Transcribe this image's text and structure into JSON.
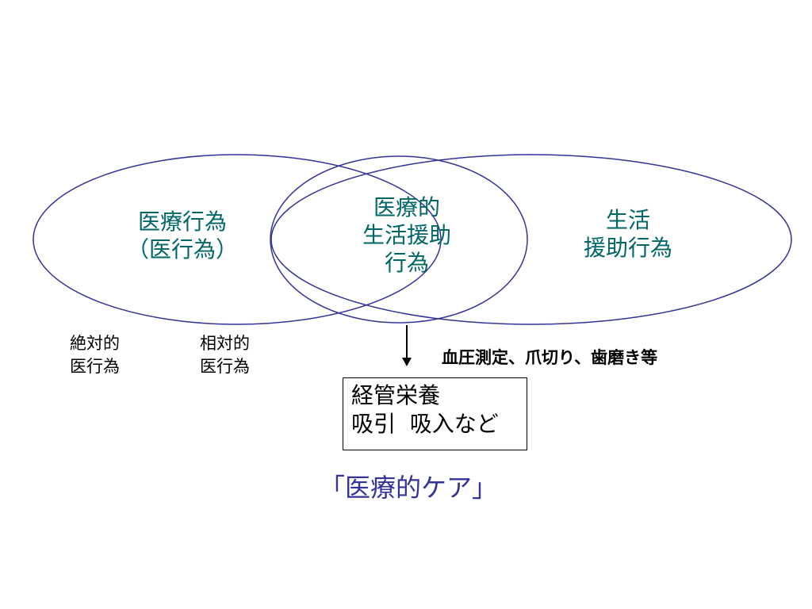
{
  "diagram": {
    "left_circle": {
      "label": "医療行為\n（医行為）"
    },
    "center_circle": {
      "label": "医療的\n生活援助\n行為"
    },
    "right_circle": {
      "label": "生活\n援助行為"
    },
    "absolute_label": "絶対的\n医行為",
    "relative_label": "相対的\n医行為",
    "examples_label": "血圧測定、爪切り、歯磨き等",
    "box_text": "経管栄養\n吸引  吸入など",
    "care_label": "「医療的ケア」",
    "colors": {
      "ellipse_stroke": "#333399",
      "label_teal": "#006666",
      "care_blue": "#333399"
    }
  }
}
